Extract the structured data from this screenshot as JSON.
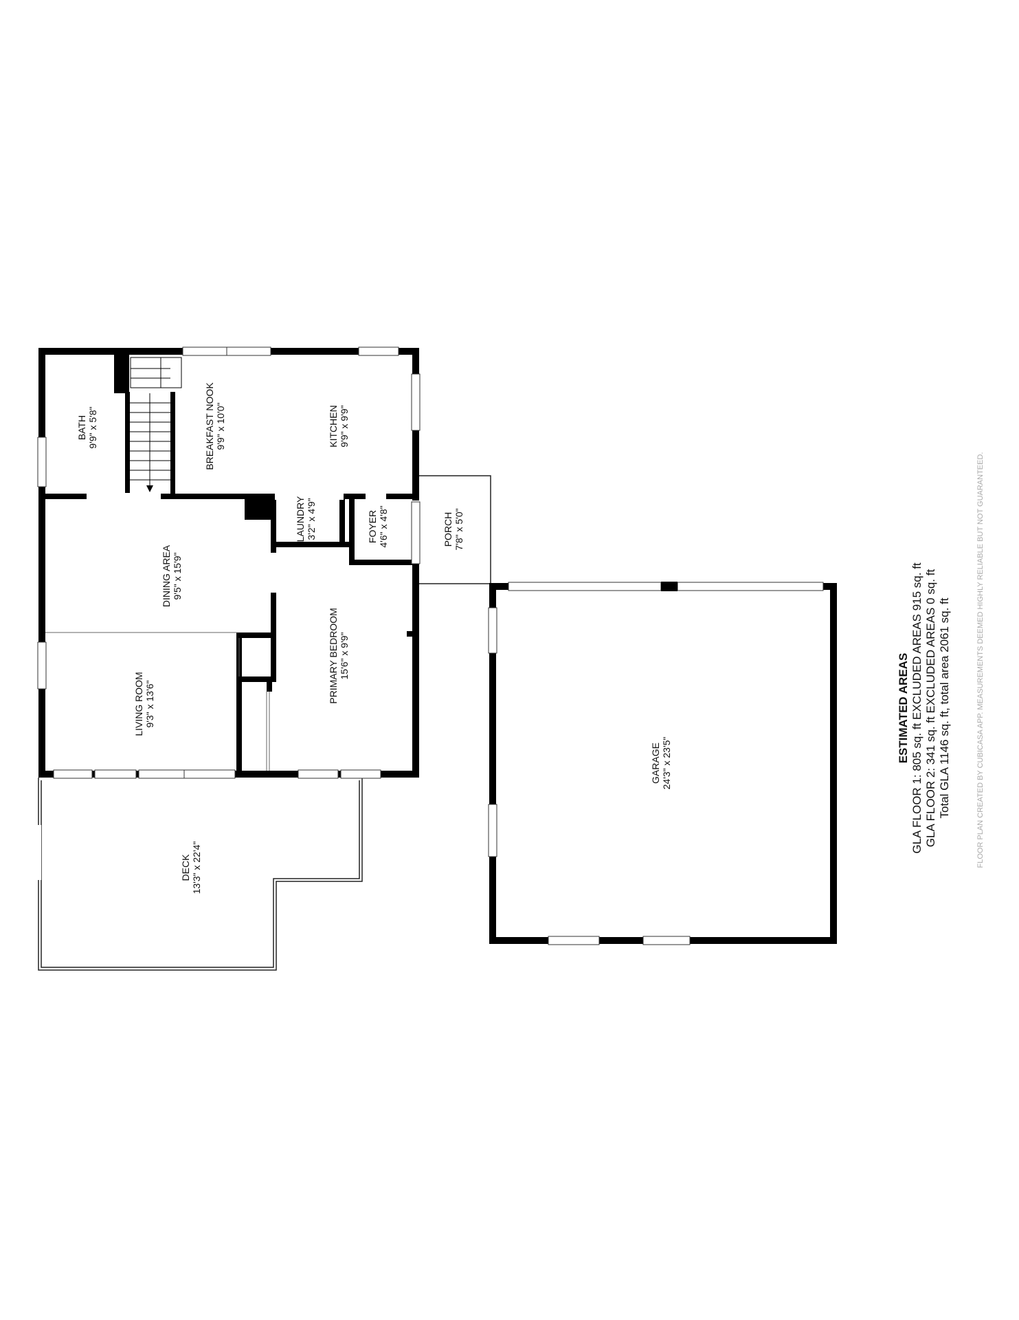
{
  "rooms": {
    "bath": {
      "name": "BATH",
      "dims": "9'9\" x 5'8\""
    },
    "breakfast_nook": {
      "name": "BREAKFAST NOOK",
      "dims": "9'9\" x 10'0\""
    },
    "kitchen": {
      "name": "KITCHEN",
      "dims": "9'9\" x 9'9\""
    },
    "laundry": {
      "name": "LAUNDRY",
      "dims": "3'2\" x 4'9\""
    },
    "foyer": {
      "name": "FOYER",
      "dims": "4'6\" x 4'8\""
    },
    "porch": {
      "name": "PORCH",
      "dims": "7'8\" x 5'0\""
    },
    "dining_area": {
      "name": "DINING AREA",
      "dims": "9'5\" x 15'9\""
    },
    "primary_bedroom": {
      "name": "PRIMARY BEDROOM",
      "dims": "15'6\" x 9'9\""
    },
    "living_room": {
      "name": "LIVING ROOM",
      "dims": "9'3\" x 13'6\""
    },
    "deck": {
      "name": "DECK",
      "dims": "13'3\" x 22'4\""
    },
    "garage": {
      "name": "GARAGE",
      "dims": "24'3\" x 23'5\""
    }
  },
  "estimated_areas": {
    "title": "ESTIMATED AREAS",
    "line1": "GLA FLOOR 1: 805 sq. ft EXCLUDED AREAS 915 sq. ft",
    "line2": "GLA FLOOR 2: 341 sq. ft EXCLUDED AREAS 0 sq. ft",
    "line3": "Total GLA 1146 sq. ft, total area 2061 sq. ft"
  },
  "disclaimer": "FLOOR PLAN CREATED BY CUBICASA APP. MEASUREMENTS DEEMED HIGHLY RELIABLE BUT NOT GUARANTEED."
}
